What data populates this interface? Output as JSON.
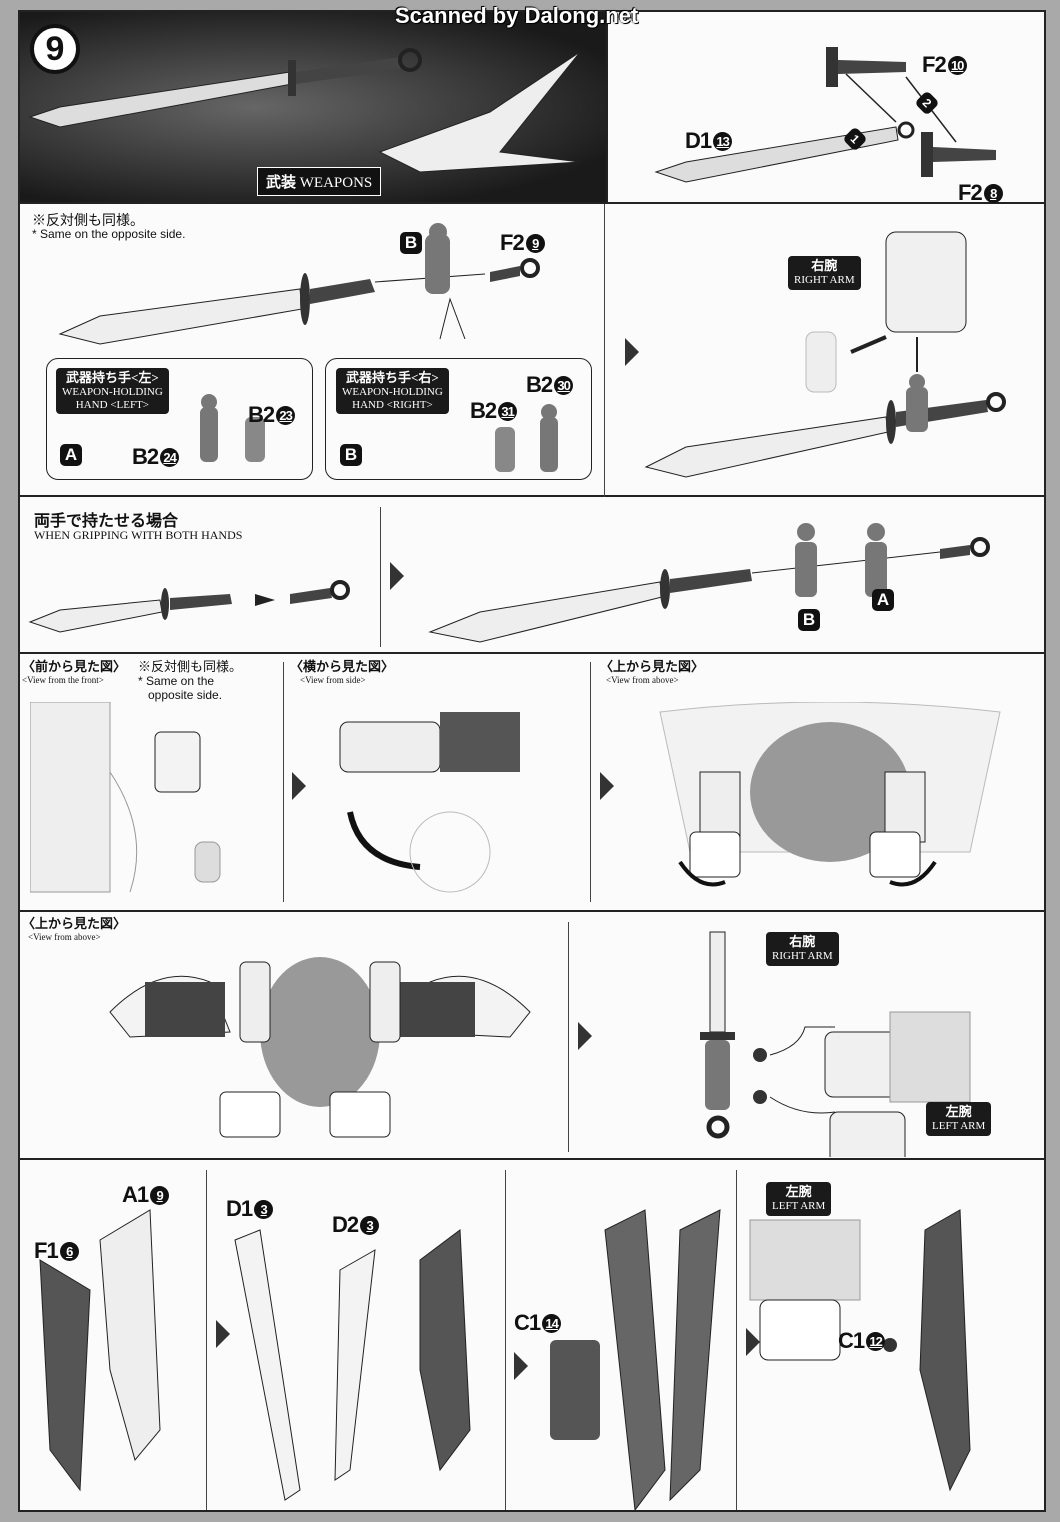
{
  "watermark": "Scanned by Dalong.net",
  "step": {
    "number": "9",
    "title_jp": "武装",
    "title_en": "WEAPONS"
  },
  "row1": {
    "f2a": "F2",
    "f2a_n": "10",
    "d1": "D1",
    "d1_n": "13",
    "f2b": "F2",
    "f2b_n": "8",
    "arrow1": "1",
    "arrow2": "2"
  },
  "row2": {
    "note_jp": "※反対側も同様。",
    "note_en": "* Same on the opposite side.",
    "b": "B",
    "f2": "F2",
    "f2_n": "9",
    "left_box": {
      "jp": "武器持ち手<左>",
      "en1": "WEAPON-HOLDING",
      "en2": "HAND <LEFT>",
      "badge": "A",
      "p1": "B2",
      "p1_n": "23",
      "p2": "B2",
      "p2_n": "24"
    },
    "right_box": {
      "jp": "武器持ち手<右>",
      "en1": "WEAPON-HOLDING",
      "en2": "HAND <RIGHT>",
      "badge": "B",
      "p1": "B2",
      "p1_n": "30",
      "p2": "B2",
      "p2_n": "31"
    },
    "arm_jp": "右腕",
    "arm_en": "RIGHT ARM"
  },
  "row3": {
    "title_jp": "両手で持たせる場合",
    "title_en": "WHEN GRIPPING WITH BOTH HANDS",
    "b": "B",
    "a": "A"
  },
  "row4": {
    "front_jp": "〈前から見た図〉",
    "front_en": "<View from the front>",
    "note_jp": "※反対側も同様。",
    "note_en1": "* Same on the",
    "note_en2": "opposite side.",
    "side_jp": "〈横から見た図〉",
    "side_en": "<View from side>",
    "above_jp": "〈上から見た図〉",
    "above_en": "<View from above>"
  },
  "row5": {
    "above_jp": "〈上から見た図〉",
    "above_en": "<View from above>",
    "right_jp": "右腕",
    "right_en": "RIGHT ARM",
    "left_jp": "左腕",
    "left_en": "LEFT ARM"
  },
  "row6": {
    "f1": "F1",
    "f1_n": "6",
    "a1": "A1",
    "a1_n": "9",
    "d1": "D1",
    "d1_n": "3",
    "d2": "D2",
    "d2_n": "3",
    "c1a": "C1",
    "c1a_n": "14",
    "left_jp": "左腕",
    "left_en": "LEFT ARM",
    "c1b": "C1",
    "c1b_n": "12"
  }
}
